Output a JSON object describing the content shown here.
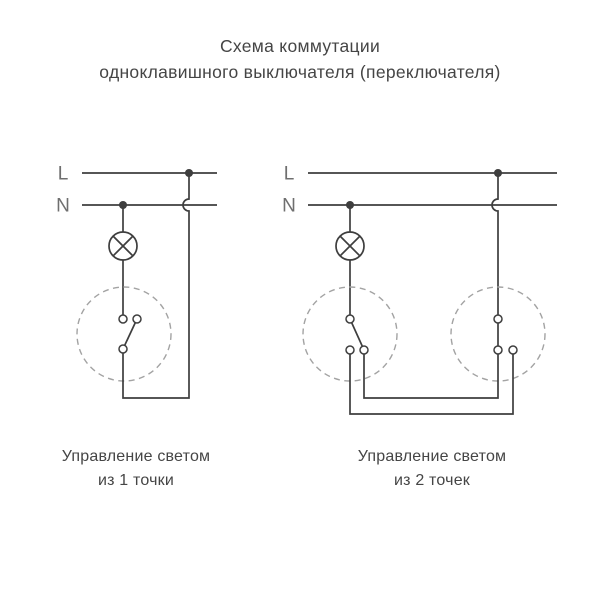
{
  "title": {
    "line1": "Схема коммутации",
    "line2": "одноклавишного выключателя (переключателя)"
  },
  "diagrams": [
    {
      "id": "one-point-control",
      "labels": {
        "live": "L",
        "neutral": "N"
      },
      "caption": {
        "line1": "Управление светом",
        "line2": "из 1 точки"
      }
    },
    {
      "id": "two-point-control",
      "labels": {
        "live": "L",
        "neutral": "N"
      },
      "caption": {
        "line1": "Управление светом",
        "line2": "из 2 точек"
      }
    }
  ],
  "colors": {
    "wire": "#3e3e3e",
    "label": "#6f6f6f",
    "text": "#454545",
    "dashed": "#a3a3a3",
    "bg": "#ffffff"
  }
}
